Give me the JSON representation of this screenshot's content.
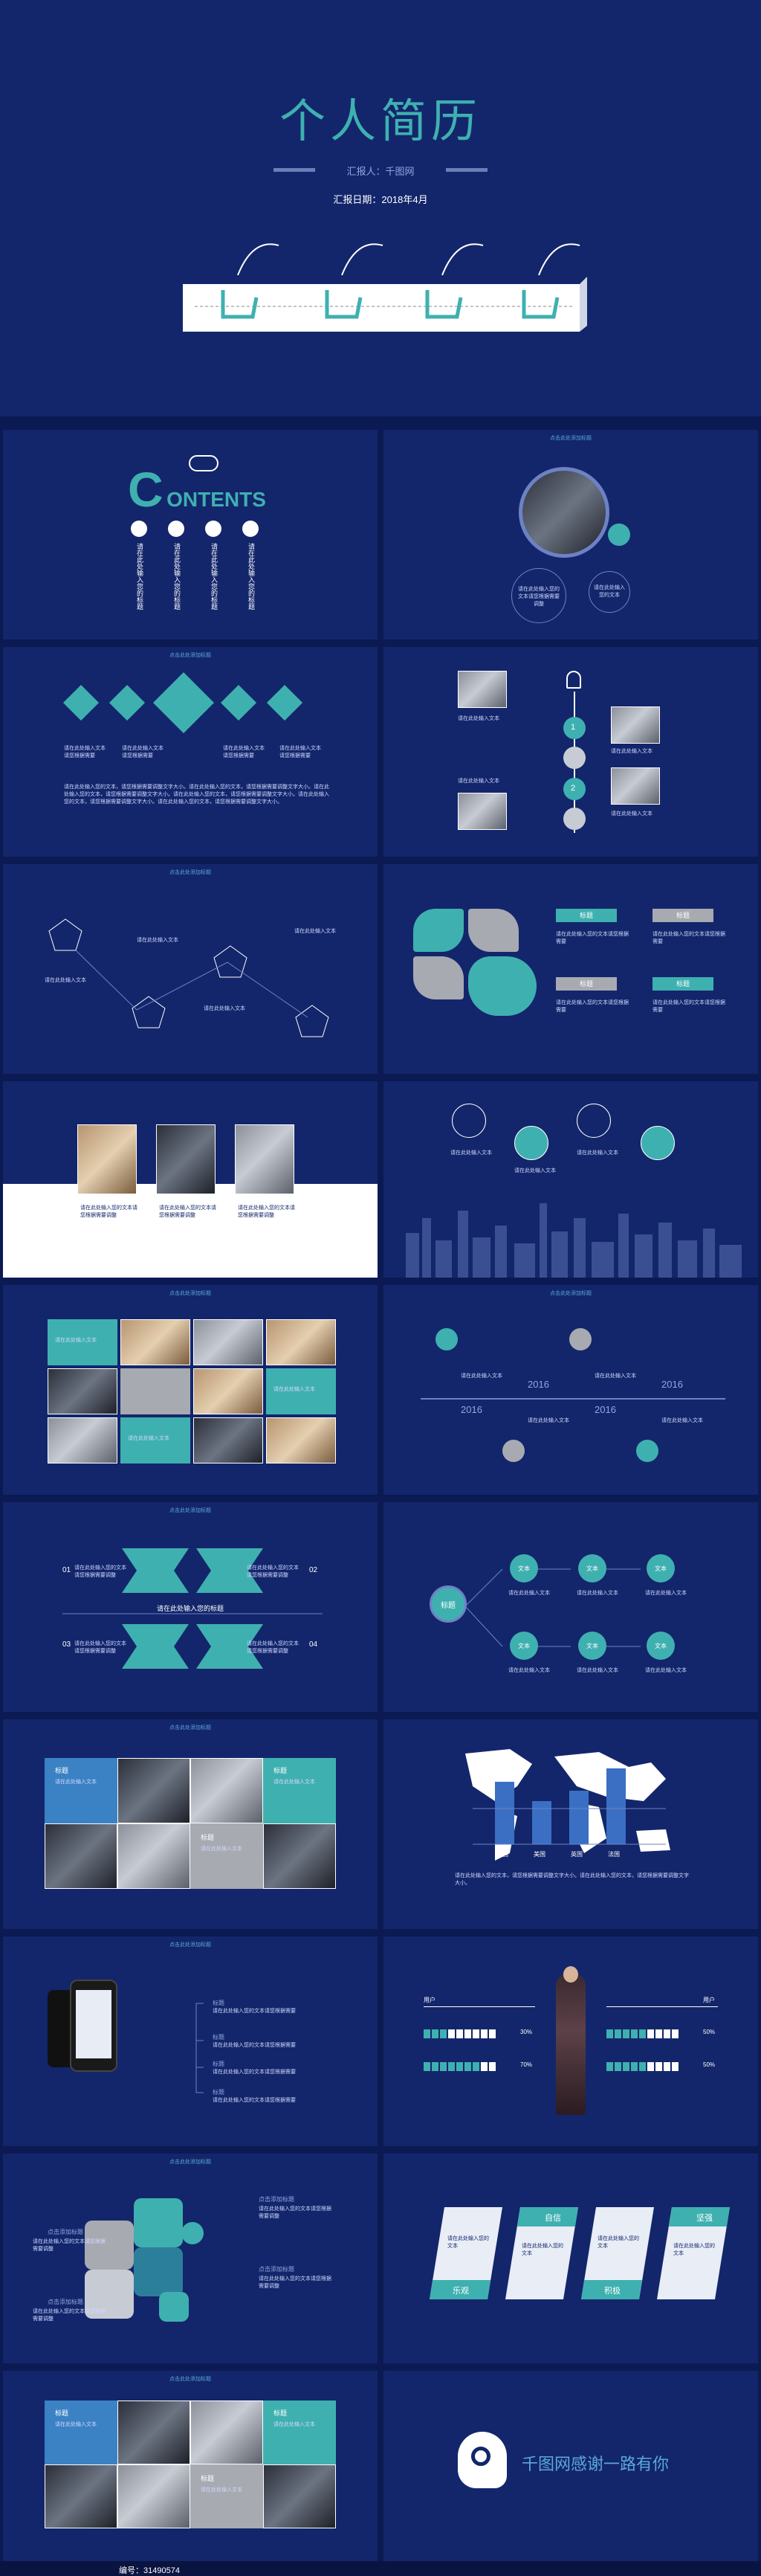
{
  "cover": {
    "title": "个人简历",
    "reporter": "汇报人：千图网",
    "date": "汇报日期：2018年4月"
  },
  "contents": {
    "big_letter": "C",
    "word": "ONTENTS",
    "items": [
      "请在此处输入您的标题",
      "请在此处输入您的标题",
      "请在此处输入您的标题",
      "请在此处输入您的标题"
    ]
  },
  "profile": {
    "tag": "点击此处添加标题",
    "bubble_left": "请在此处输入您的文本请您根据需要调整",
    "bubble_right": "请在此处输入您的文本"
  },
  "slide_tag": "点击此处添加标题",
  "diamonds": {
    "labels": [
      "请在此处输入文本请您根据需要",
      "请在此处输入文本请您根据需要",
      "请在此处输入文本请您根据需要",
      "请在此处输入文本请您根据需要"
    ],
    "paragraph": "请在此处输入您的文本，请您根据需要调整文字大小。请在此处输入您的文本，请您根据需要调整文字大小。请在此处输入您的文本，请您根据需要调整文字大小。请在此处输入您的文本，请您根据需要调整文字大小。请在此处输入您的文本，请您根据需要调整文字大小。请在此处输入您的文本，请您根据需要调整文字大小。"
  },
  "timeline_v": {
    "labels": [
      "请在此处输入文本",
      "请在此处输入文本",
      "请在此处输入文本",
      "请在此处输入文本"
    ],
    "nums": [
      "1",
      "2"
    ]
  },
  "pentagons": {
    "labels": [
      "请在此处输入文本",
      "请在此处输入文本",
      "请在此处输入文本",
      "请在此处输入文本"
    ]
  },
  "petals": {
    "badges": [
      "标题",
      "标题",
      "标题",
      "标题"
    ],
    "text": "请在此处输入您的文本请您根据需要"
  },
  "team": {
    "captions": [
      "请在此处输入您的文本请您根据需要调整",
      "请在此处输入您的文本请您根据需要调整",
      "请在此处输入您的文本请您根据需要调整"
    ]
  },
  "city": {
    "labels": [
      "请在此处输入文本",
      "请在此处输入文本",
      "请在此处输入文本"
    ]
  },
  "grid": {
    "labels": [
      "请在此处输入文本",
      "请在此处输入文本",
      "请在此处输入文本"
    ]
  },
  "years": {
    "values": [
      "2016",
      "2016",
      "2016",
      "2016"
    ],
    "labels": [
      "请在此处输入文本",
      "请在此处输入文本",
      "请在此处输入文本",
      "请在此处输入文本"
    ]
  },
  "arrows": {
    "nums": [
      "01",
      "02",
      "03",
      "04"
    ],
    "center": "请在此处输入您的标题",
    "text": "请在此处输入您的文本请您根据需要调整"
  },
  "tree": {
    "root": "标题",
    "nodes": [
      "文本",
      "文本",
      "文本",
      "文本",
      "文本",
      "文本"
    ],
    "text": "请在此处输入文本"
  },
  "collage": {
    "titles": [
      "标题",
      "标题",
      "标题"
    ],
    "text": "请在此处输入文本"
  },
  "map": {
    "countries": [
      "中国",
      "美国",
      "英国",
      "法国"
    ],
    "text": "请在此处输入您的文本，请您根据需要调整文字大小。请在此处输入您的文本，请您根据需要调整文字大小。"
  },
  "phone": {
    "items": [
      "标题",
      "标题",
      "标题",
      "标题"
    ],
    "text": "请在此处输入您的文本请您根据需要"
  },
  "skills": {
    "left_label": "用户",
    "right_label": "用户",
    "rows": [
      {
        "pct": "30%",
        "filled": 3,
        "total": 9
      },
      {
        "pct": "50%",
        "filled": 5,
        "total": 9
      },
      {
        "pct": "70%",
        "filled": 7,
        "total": 9
      },
      {
        "pct": "50%",
        "filled": 5,
        "total": 9
      }
    ]
  },
  "puzzle": {
    "titles": [
      "点击添加标题",
      "点击添加标题",
      "点击添加标题",
      "点击添加标题"
    ],
    "text": "请在此处输入您的文本请您根据需要调整"
  },
  "traits": {
    "labels": [
      "自信",
      "坚强",
      "乐观",
      "积极"
    ],
    "text": "请在此处输入您的文本"
  },
  "thanks": {
    "text": "千图网感谢一路有你"
  },
  "footer": {
    "text": "编号：31490574"
  },
  "colors": {
    "bg": "#13266b",
    "accent": "#3fb0b0",
    "grey": "#a7aab1"
  }
}
